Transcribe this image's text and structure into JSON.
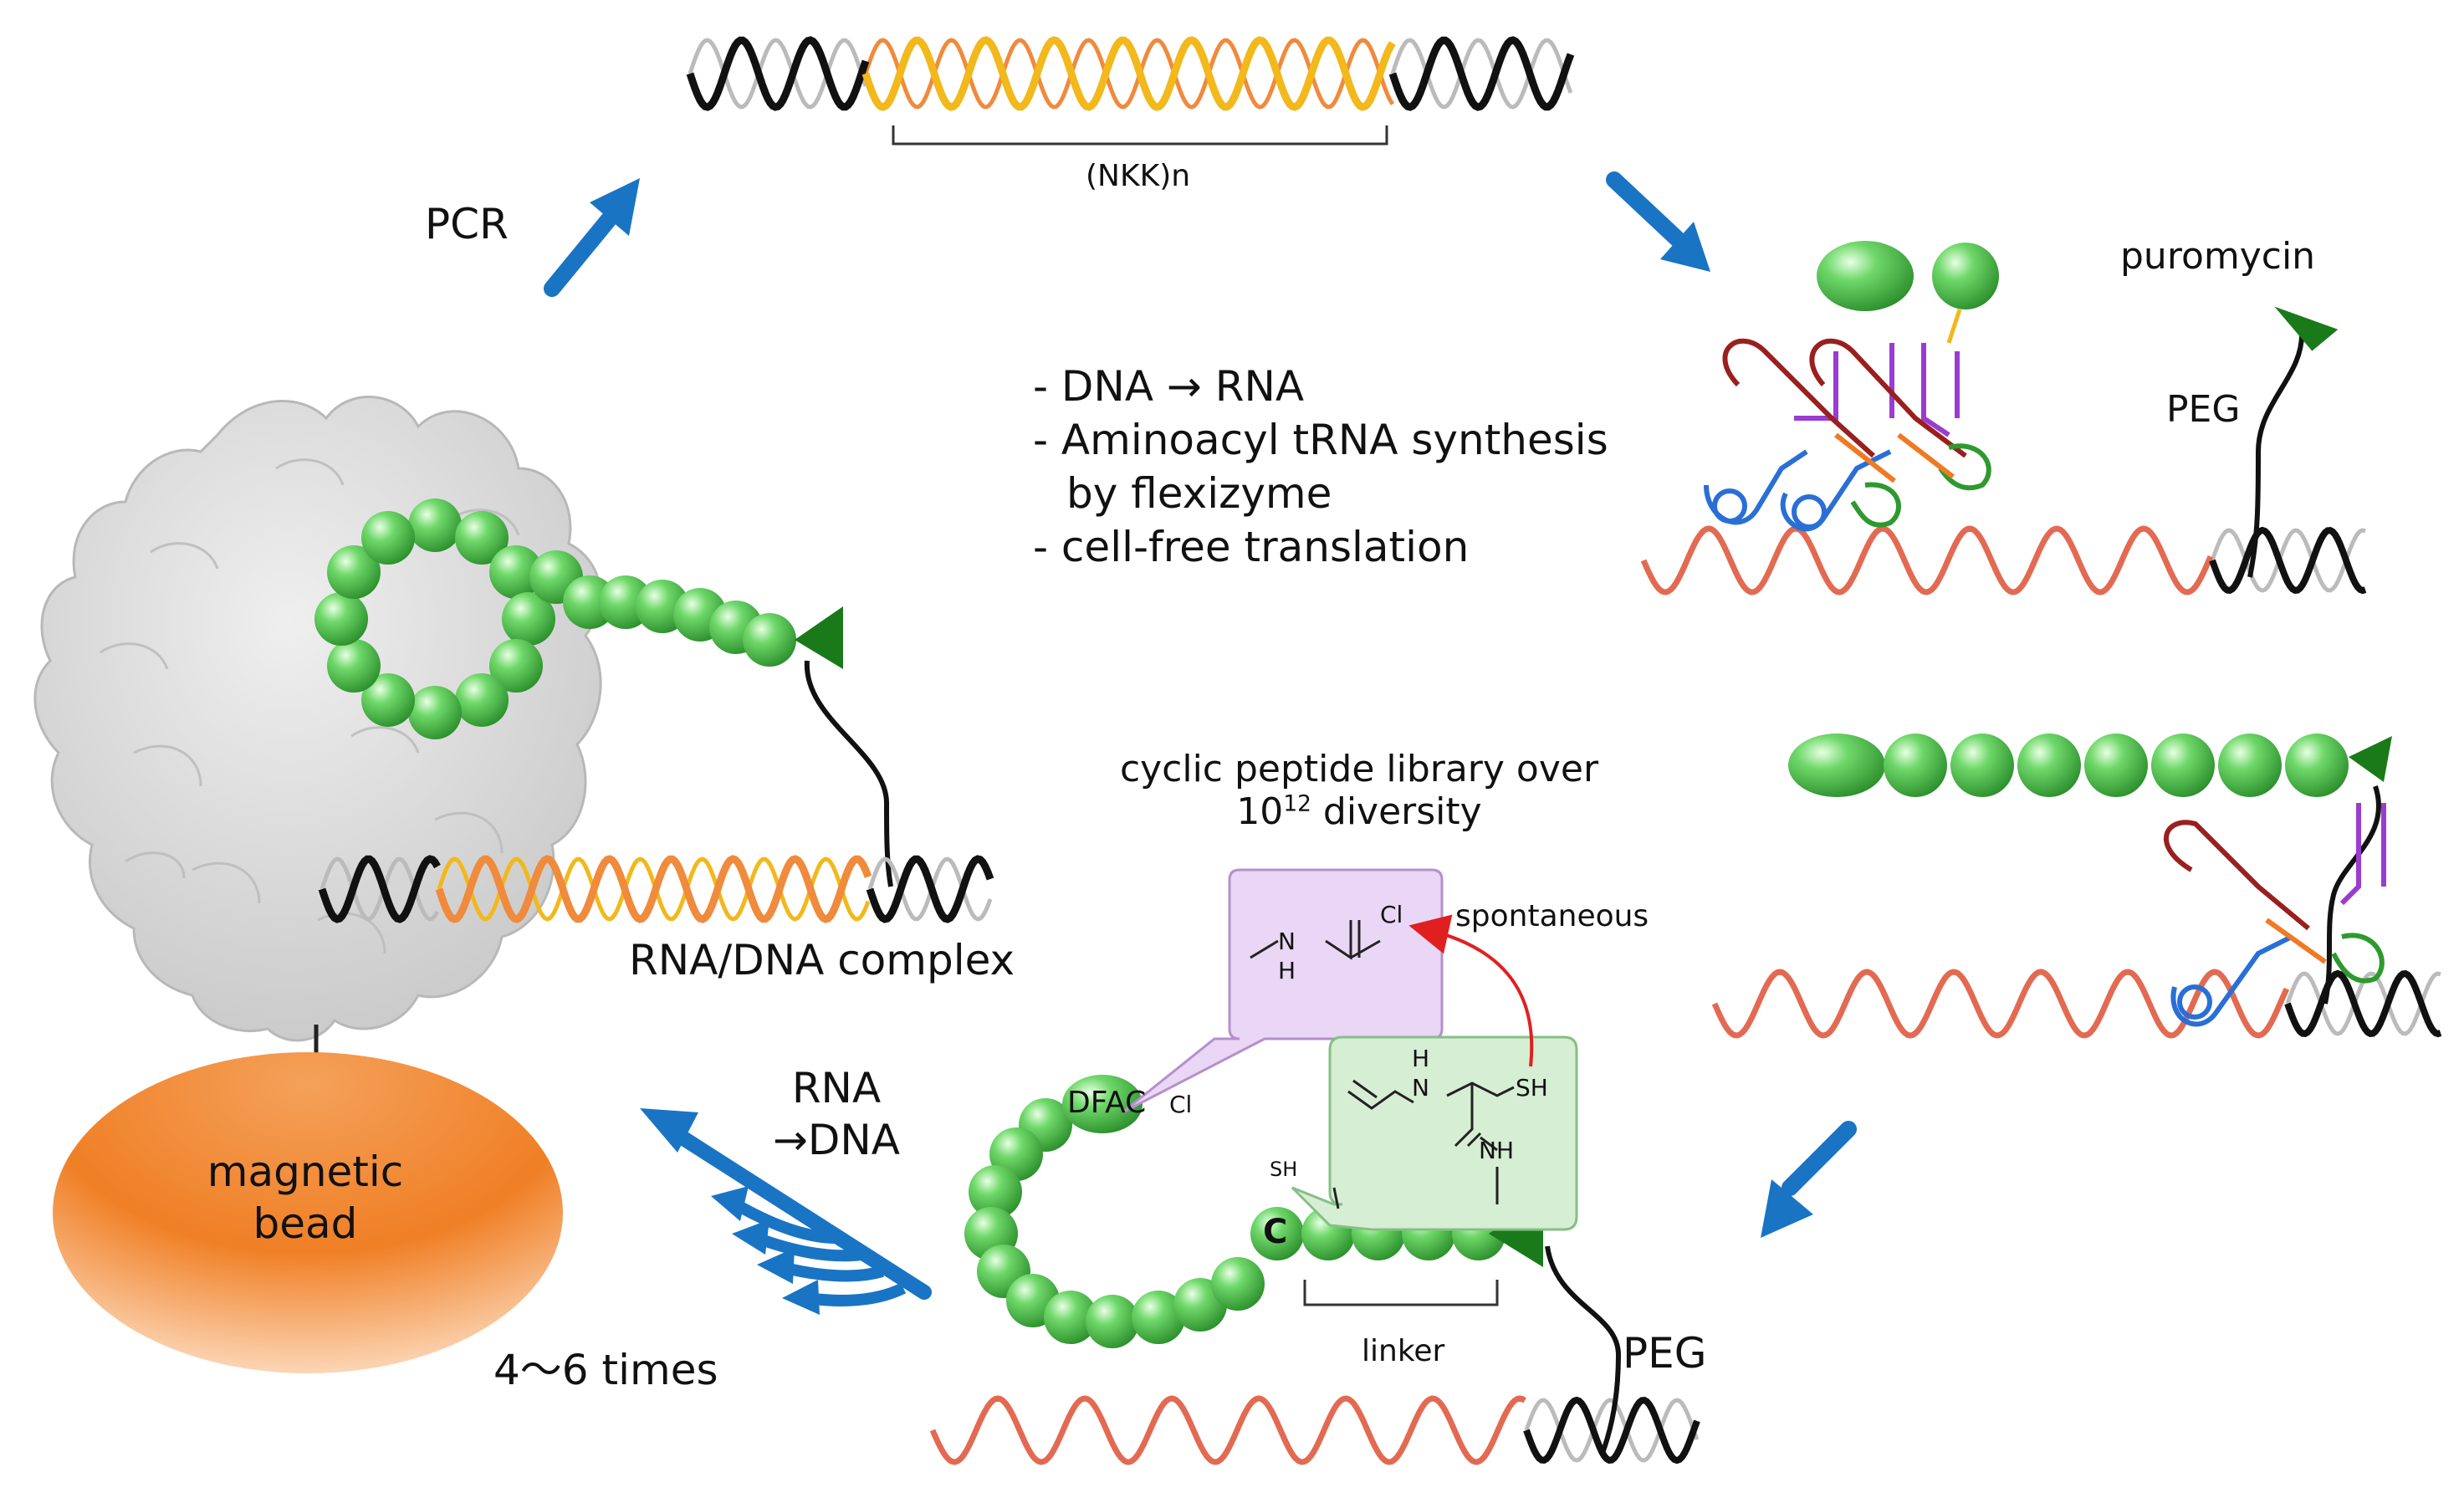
{
  "labels": {
    "nkk": "(NKK)n",
    "pcr": "PCR",
    "puromycin": "puromycin",
    "peg_top": "PEG",
    "peg_bottom": "PEG",
    "rna_dna_complex": "RNA/DNA complex",
    "magnetic_bead_line1": "magnetic",
    "magnetic_bead_line2": "bead",
    "rna_to_dna_line1": "RNA",
    "rna_to_dna_line2": "→DNA",
    "repeat_times": "4～6 times",
    "library_line1": "cyclic peptide library over",
    "library_line2_base": "10",
    "library_line2_exp": "12",
    "library_line2_rest": " diversity",
    "spontaneous": "spontaneous",
    "linker": "linker",
    "dfac": "DFAC",
    "cl_bead": "Cl",
    "cys": "C"
  },
  "steps": [
    "- DNA → RNA",
    "- Aminoacyl tRNA synthesis",
    "   by flexizyme",
    "- cell-free translation"
  ],
  "chem": {
    "nh": "N",
    "h": "H",
    "cl": "Cl",
    "sh": "SH",
    "nh2": "NH",
    "sh_small": "SH"
  },
  "colors": {
    "arrow_blue": "#1a74c4",
    "bead_green": "#4cc34c",
    "puromycin_green": "#1a7a1a",
    "rna_salmon": "#e36a52",
    "dna_gold": "#f2b81c",
    "dna_orange": "#f08a3c",
    "magnetic_orange": "#f5883a",
    "protein_grey": "#d4d4d4",
    "trna_red": "#9a1f1f",
    "trna_blue": "#2a6fd6",
    "trna_green": "#2e9a2e",
    "trna_purple": "#9a3ccf",
    "trna_orange": "#f07a22",
    "box_purple": "#ead6f5",
    "box_green": "#d6eed3",
    "red_arrow": "#e02020"
  }
}
